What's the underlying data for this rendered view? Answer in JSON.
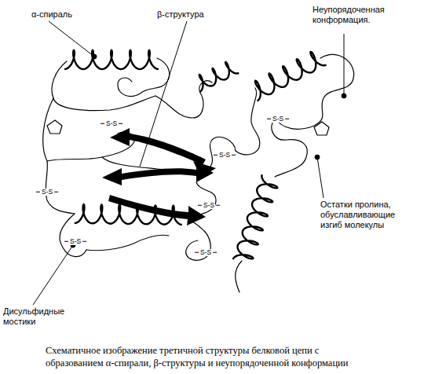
{
  "diagram": {
    "caption": "Схематичное изображение третичной структуры белковой цепи с образованием α-спирали, β-структуры и неупорядоченной конформации",
    "labels": [
      "α-спираль",
      "β-структура",
      "Неупорядоченная конформация.",
      "Остатки пролина, обуславливающие изгиб молекулы",
      "Дисульфидные мостики",
      "S-S",
      "S-S",
      "S-S",
      "S-S",
      "S-S",
      "S-S",
      "S-S"
    ]
  }
}
